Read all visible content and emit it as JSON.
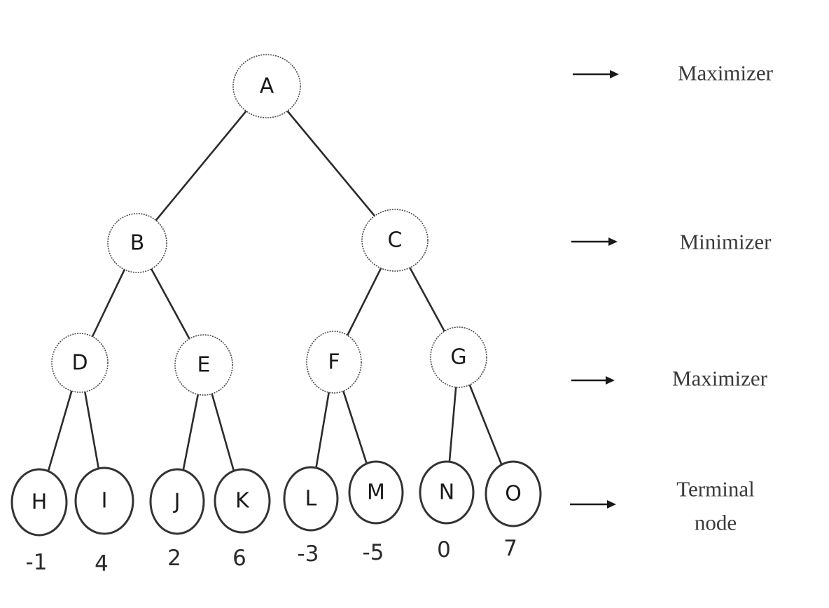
{
  "tree": {
    "nodes": [
      {
        "id": "A",
        "label": "A"
      },
      {
        "id": "B",
        "label": "B"
      },
      {
        "id": "C",
        "label": "C"
      },
      {
        "id": "D",
        "label": "D"
      },
      {
        "id": "E",
        "label": "E"
      },
      {
        "id": "F",
        "label": "F"
      },
      {
        "id": "G",
        "label": "G"
      },
      {
        "id": "H",
        "label": "H",
        "value": "-1"
      },
      {
        "id": "I",
        "label": "I",
        "value": "4"
      },
      {
        "id": "J",
        "label": "J",
        "value": "2"
      },
      {
        "id": "K",
        "label": "K",
        "value": "6"
      },
      {
        "id": "L",
        "label": "L",
        "value": "-3"
      },
      {
        "id": "M",
        "label": "M",
        "value": "-5"
      },
      {
        "id": "N",
        "label": "N",
        "value": "0"
      },
      {
        "id": "O",
        "label": "O",
        "value": "7"
      }
    ],
    "edges": [
      [
        "A",
        "B"
      ],
      [
        "A",
        "C"
      ],
      [
        "B",
        "D"
      ],
      [
        "B",
        "E"
      ],
      [
        "C",
        "F"
      ],
      [
        "C",
        "G"
      ],
      [
        "D",
        "H"
      ],
      [
        "D",
        "I"
      ],
      [
        "E",
        "J"
      ],
      [
        "E",
        "K"
      ],
      [
        "F",
        "L"
      ],
      [
        "F",
        "M"
      ],
      [
        "G",
        "N"
      ],
      [
        "G",
        "O"
      ]
    ]
  },
  "levels": [
    {
      "label_lines": [
        "Maximizer"
      ]
    },
    {
      "label_lines": [
        "Minimizer"
      ]
    },
    {
      "label_lines": [
        "Maximizer"
      ]
    },
    {
      "label_lines": [
        "Terminal",
        "node"
      ]
    }
  ]
}
